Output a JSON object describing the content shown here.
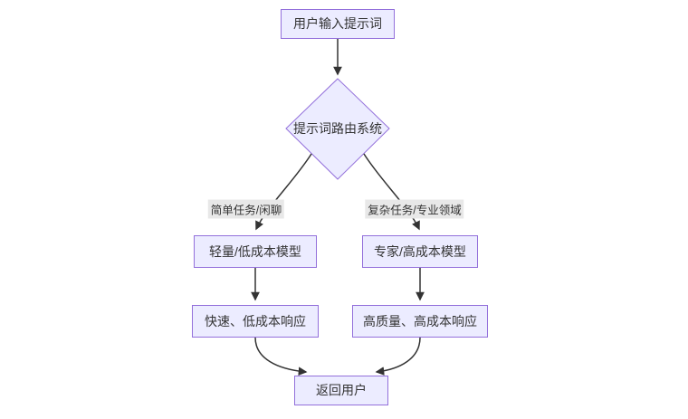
{
  "nodes": {
    "input": "用户输入提示词",
    "router": "提示词路由系统",
    "light": "轻量/低成本模型",
    "expert": "专家/高成本模型",
    "fast": "快速、低成本响应",
    "quality": "高质量、高成本响应",
    "return": "返回用户"
  },
  "edge_labels": {
    "simple": "简单任务/闲聊",
    "complex": "复杂任务/专业领域"
  },
  "colors": {
    "node_fill": "#ECECFF",
    "node_border": "#9370DB",
    "edge_label_bg": "#e8e8e8",
    "arrow": "#333333",
    "text": "#333333",
    "background": "#ffffff"
  }
}
